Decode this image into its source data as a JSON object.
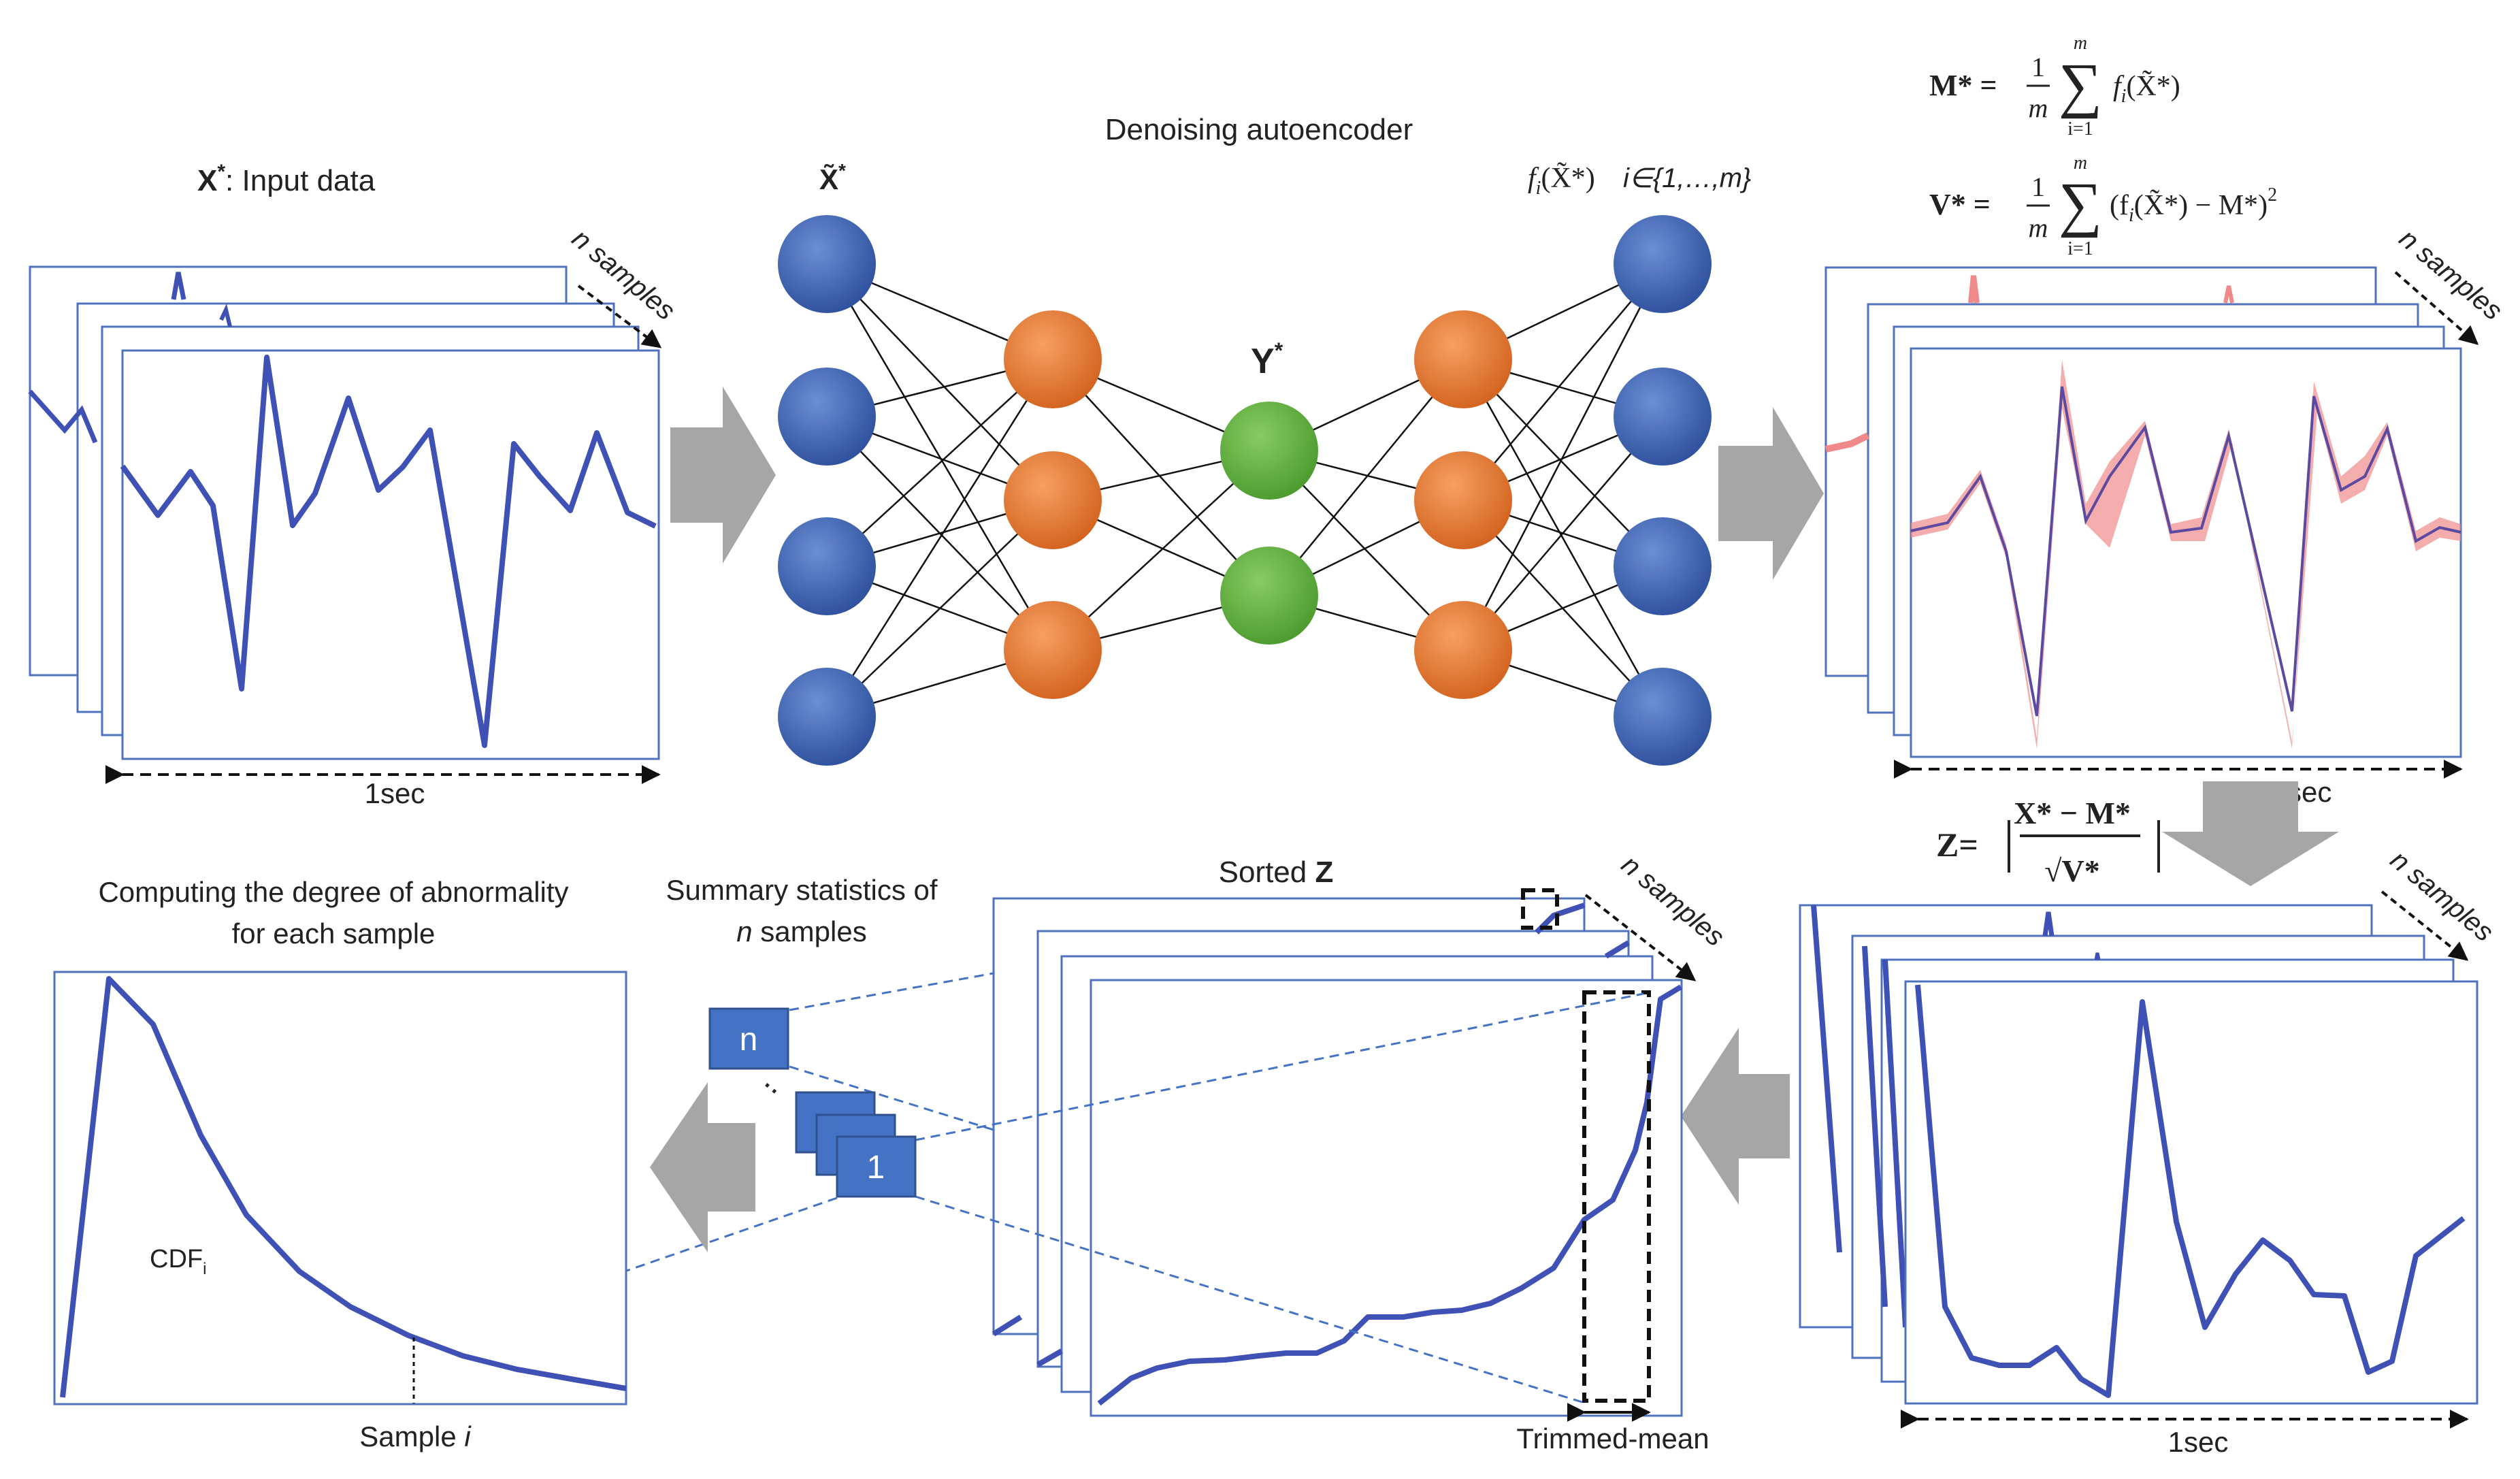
{
  "labels": {
    "input_title_sym": "X",
    "input_title_sup": "*",
    "input_title_rest": ": Input data",
    "n_samples": "n samples",
    "one_sec": "1sec",
    "dae_title": "Denoising autoencoder",
    "x_tilde": "X̃",
    "x_tilde_sup": "*",
    "latent": "Y",
    "latent_sup": "*",
    "fi_label": "f",
    "fi_sub": "i",
    "fi_arg": "(X̃*)",
    "fi_range": "i∈{1,…,m}",
    "mean_formula_lhs": "M* =",
    "var_formula_lhs": "V* =",
    "frac_one": "1",
    "frac_m": "m",
    "sum_top": "m",
    "sum_bottom": "i=1",
    "sum_sign": "∑",
    "mean_term": "f",
    "mean_term_sub": "i",
    "mean_term_arg": "(X̃*)",
    "var_term": "(f",
    "var_term_sub": "i",
    "var_term_arg": "(X̃*)  − M*)",
    "var_term_sup": "2",
    "z_lhs": "Z=",
    "z_num": "X* − M*",
    "z_den": "√V*",
    "sorted_title_text": "Sorted ",
    "sorted_title_bold": "Z",
    "summary_line1": "Summary statistics of",
    "summary_line2_italic": "n",
    "summary_line2_rest": " samples",
    "box_n": "n",
    "box_1": "1",
    "box_dots": "..",
    "trimmed_mean": "Trimmed-mean",
    "abn_line1": "Computing the degree of abnormality",
    "abn_line2": "for each sample",
    "cdf_label": "CDF",
    "cdf_sub": "i",
    "sample_label": "Sample ",
    "sample_italic": "i"
  },
  "colors": {
    "frame_border": "#4f71be",
    "signal": "#3f51b5",
    "signal_dark": "#2f45a6",
    "band": "#f08a8a",
    "mean_line": "#5b4aa0",
    "arrow_gray": "#a6a6a6",
    "node_blue": "#3b62b4",
    "node_orange": "#e6762f",
    "node_green": "#5fae3e",
    "box_blue": "#4472c4",
    "dash_line": "#4472c4"
  }
}
